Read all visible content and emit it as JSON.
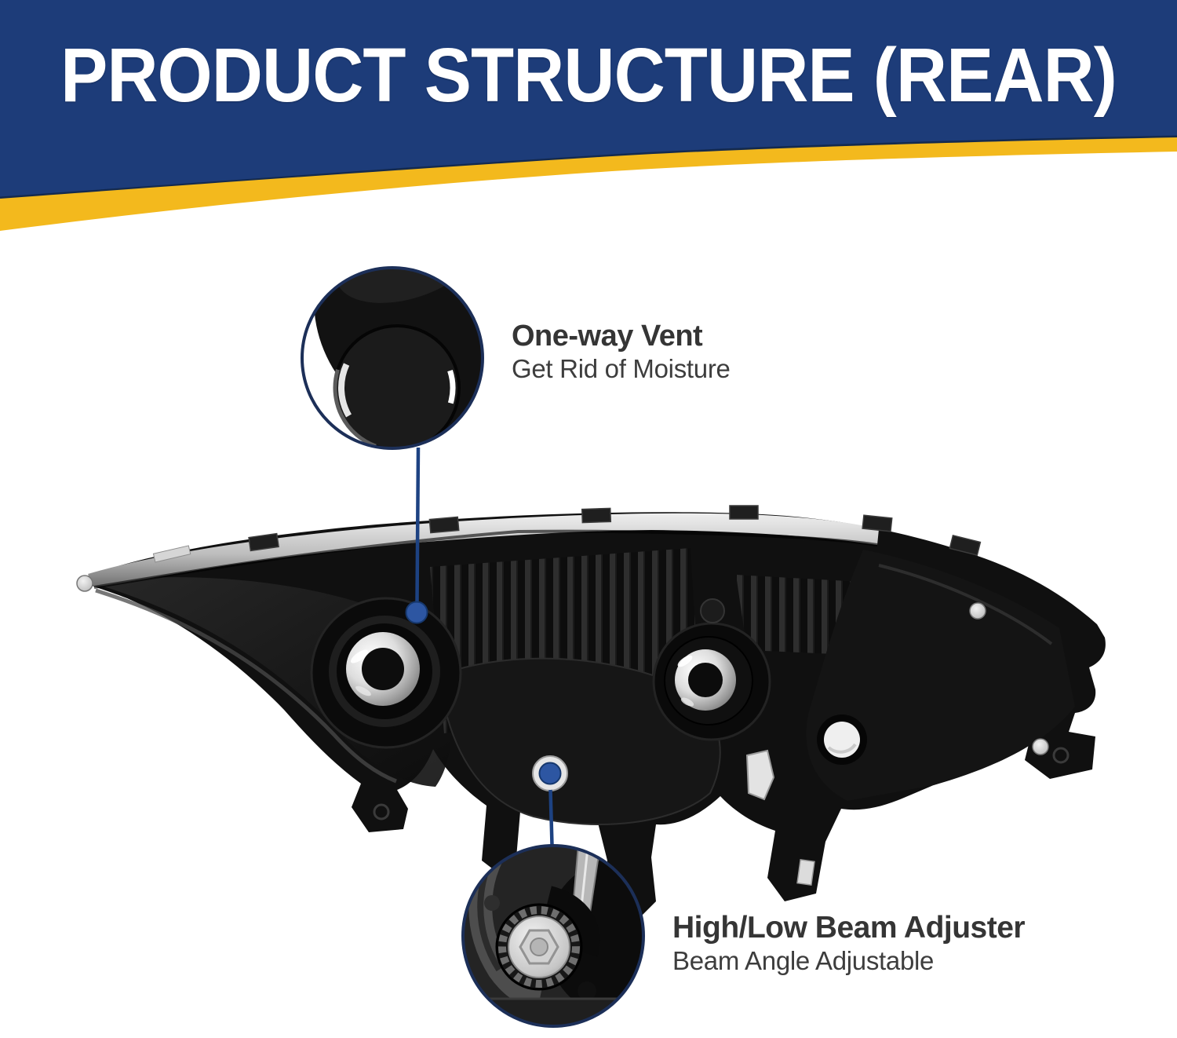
{
  "header": {
    "title": "PRODUCT STRUCTURE (REAR)"
  },
  "callouts": {
    "vent": {
      "title": "One-way Vent",
      "subtitle": "Get Rid of Moisture",
      "marker_icon": "locator-dot-icon"
    },
    "adjuster": {
      "title": "High/Low Beam Adjuster",
      "subtitle": "Beam Angle Adjustable",
      "marker_icon": "locator-dot-icon"
    }
  },
  "colors": {
    "header-bg": "#1d3c79",
    "accent-yellow": "#f3b91d",
    "callout-border": "#1c2f58",
    "connector-blue": "#1d4282",
    "dot-blue": "#2d56a2",
    "text-dark": "#3a3a3a"
  }
}
